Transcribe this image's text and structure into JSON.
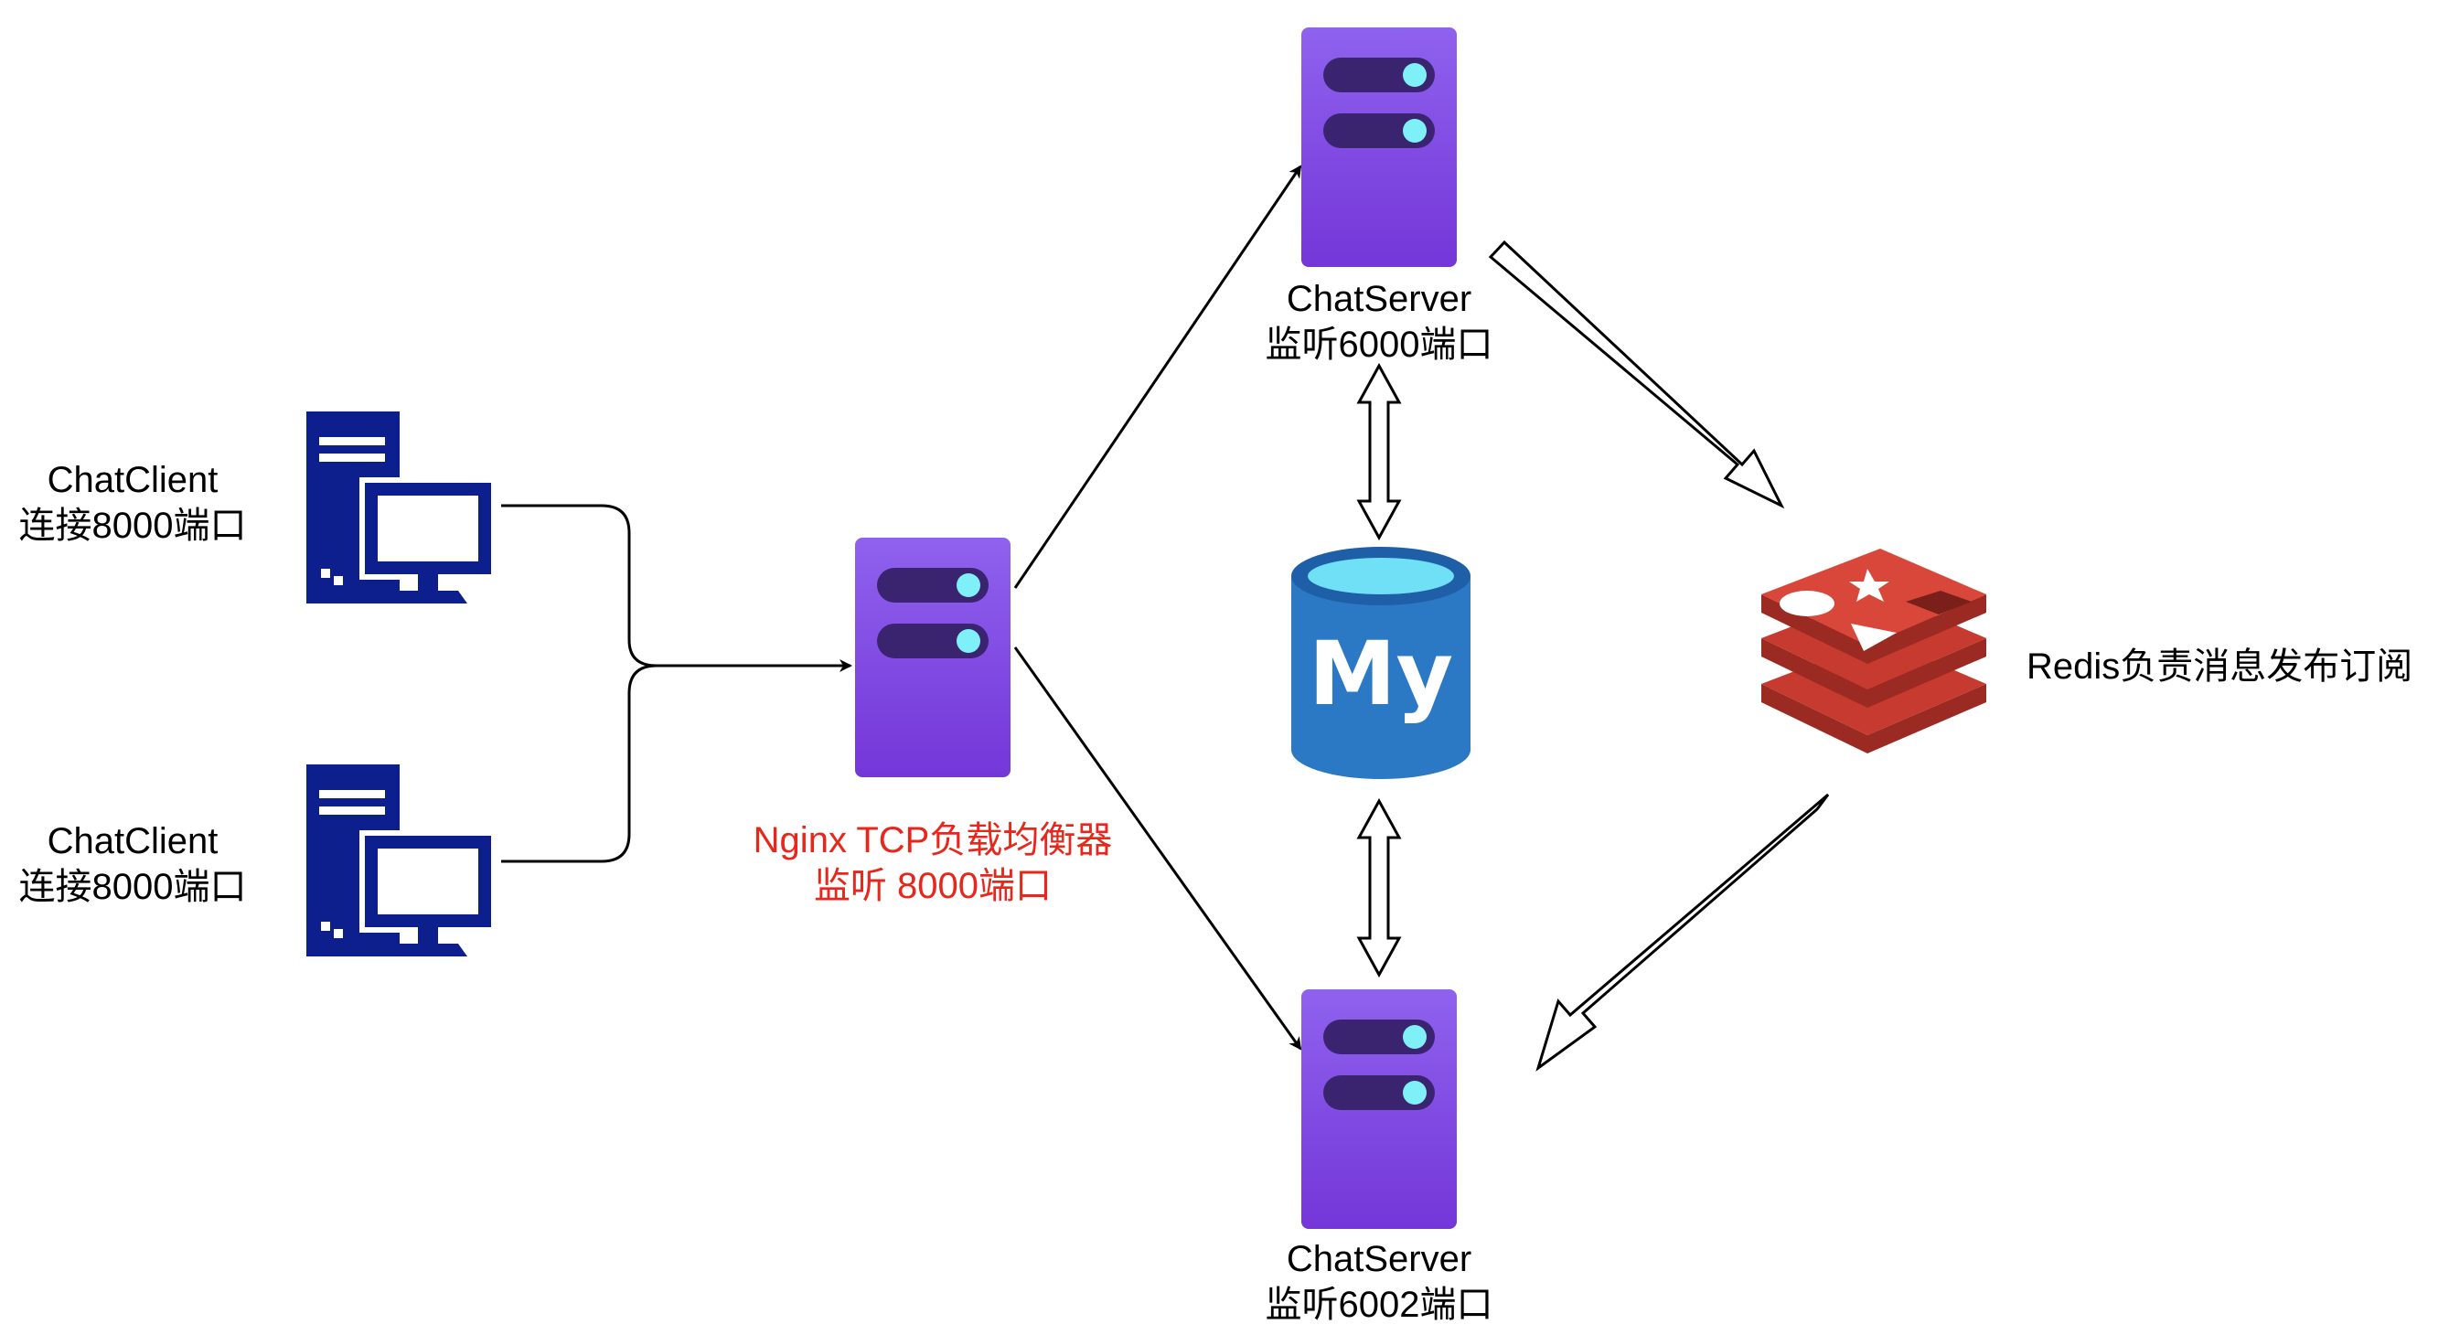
{
  "colors": {
    "server_top": "#8f62ee",
    "server_bottom": "#7436d8",
    "server_slot": "#3a2470",
    "server_led": "#7ff0f7",
    "client_blue": "#0c1f8c",
    "mysql_blue": "#2b78c4",
    "mysql_top": "#6fe0f5",
    "redis_red": "#c63a2f",
    "nginx_label": "#e8271c"
  },
  "icons": {
    "client": "desktop-computer-icon",
    "server": "server-icon",
    "database": "mysql-database-icon",
    "cache": "redis-icon"
  },
  "mysql": {
    "logo_text": "My"
  },
  "labels": {
    "client1_line1": "ChatClient",
    "client1_line2": "连接8000端口",
    "client2_line1": "ChatClient",
    "client2_line2": "连接8000端口",
    "nginx_line1": "Nginx TCP负载均衡器",
    "nginx_line2": "监听 8000端口",
    "server1_line1": "ChatServer",
    "server1_line2": "监听6000端口",
    "server2_line1": "ChatServer",
    "server2_line2": "监听6002端口",
    "redis": "Redis负责消息发布订阅"
  }
}
